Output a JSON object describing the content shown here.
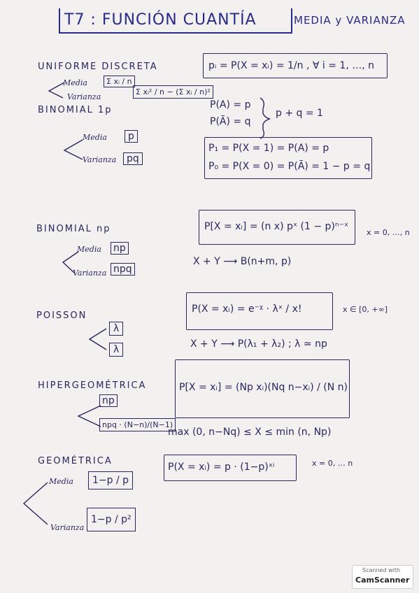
{
  "title": {
    "main": "T7 : FUNCIÓN CUANTÍA",
    "sub": "MEDIA y VARIANZA"
  },
  "uniforme": {
    "heading": "UNIFORME DISCRETA",
    "media_label": "Media",
    "varianza_label": "Varianza",
    "media_value": "Σ xᵢ / n",
    "varianza_value": "Σ xᵢ² / n − (Σ xᵢ / n)²",
    "formula": "pᵢ = P(X = xᵢ) = 1/n , ∀ i = 1, …, n"
  },
  "binomial1": {
    "heading": "BINOMIAL 1p",
    "media_label": "Media",
    "varianza_label": "Varianza",
    "media_value": "p",
    "varianza_value": "pq",
    "pa": "P(A) = p",
    "pabar": "P(Ā) = q",
    "sum": "p + q = 1",
    "p1": "P₁ = P(X = 1) = P(A) = p",
    "p0": "P₀ = P(X = 0) = P(Ā) = 1 − p = q"
  },
  "binomialn": {
    "heading": "BINOMIAL np",
    "media_label": "Media",
    "varianza_label": "Varianza",
    "media_value": "np",
    "varianza_value": "npq",
    "formula": "P[X = xᵢ] = (n x) pˣ (1 − p)ⁿ⁻ˣ",
    "domain": "x = 0, …, n",
    "sum": "X + Y ⟶ B(n+m, p)"
  },
  "poisson": {
    "heading": "POISSON",
    "media_value": "λ",
    "varianza_value": "λ",
    "formula": "P(X = xᵢ) = e⁻ᵡ · λˣ / x!",
    "domain": "x ∈ [0, +∞]",
    "sum": "X + Y ⟶ P(λ₁ + λ₂)   ;  λ ≃ np"
  },
  "hipergeometrica": {
    "heading": "HIPERGEOMÉTRICA",
    "media_value": "np",
    "varianza_value": "npq · (N−n)/(N−1)",
    "formula": "P[X = xᵢ] = (Np xᵢ)(Nq n−xᵢ) / (N n)",
    "range": "max (0, n−Nq) ≤ X ≤ min (n, Np)"
  },
  "geometrica": {
    "heading": "GEOMÉTRICA",
    "media_label": "Media",
    "varianza_label": "Varianza",
    "media_value": "1−p / p",
    "varianza_value": "1−p / p²",
    "formula": "P(X = xᵢ) = p · (1−p)ˣⁱ",
    "domain": "x = 0, … n"
  },
  "scanner": {
    "line1": "Scanned with",
    "line2": "CamScanner"
  }
}
